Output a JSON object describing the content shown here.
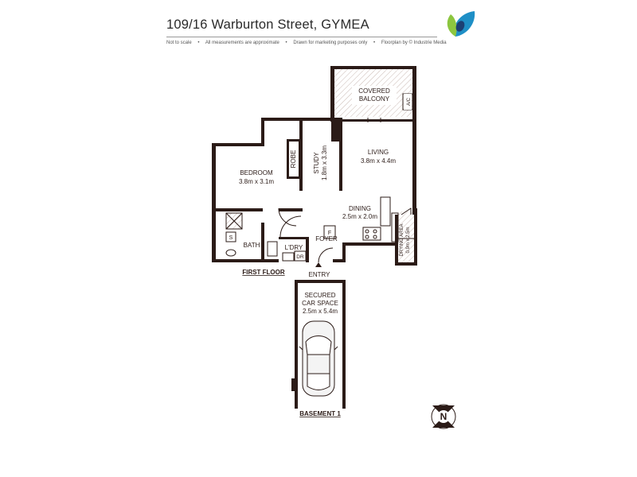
{
  "header": {
    "title": "109/16 Warburton Street, GYMEA",
    "disclaimers": [
      "Not to scale",
      "•",
      "All measurements are approximate",
      "•",
      "Drawn for marketing purposes only",
      "•",
      "Floorplan by © Industrie Media"
    ]
  },
  "rooms": {
    "balcony": [
      "COVERED",
      "BALCONY"
    ],
    "ac": "A/C",
    "living": {
      "name": "LIVING",
      "size": "3.8m x 4.4m"
    },
    "study": {
      "name": "STUDY",
      "size": "1.8m x 3.3m"
    },
    "robe": "ROBE",
    "bedroom": {
      "name": "BEDROOM",
      "size": "3.8m x 3.1m"
    },
    "dining": {
      "name": "DINING",
      "size": "2.5m x 2.0m"
    },
    "drying": {
      "name": "DRYING AREA",
      "size": "0.9m x 2.5m"
    },
    "bath": "BATH",
    "shower": "S",
    "laundry": "L'DRY",
    "dryer": "DR",
    "fridge": "F",
    "foyer": "FOYER",
    "entry": "ENTRY",
    "car": [
      "SECURED",
      "CAR SPACE",
      "2.5m x 5.4m"
    ]
  },
  "levels": {
    "first_floor": "FIRST FLOOR",
    "basement": "BASEMENT 1"
  },
  "compass": "N",
  "colors": {
    "wall": "#2b1b17",
    "logo_green": "#8cc63f",
    "logo_blue": "#1e8fc6",
    "logo_navy": "#1c3f73"
  }
}
